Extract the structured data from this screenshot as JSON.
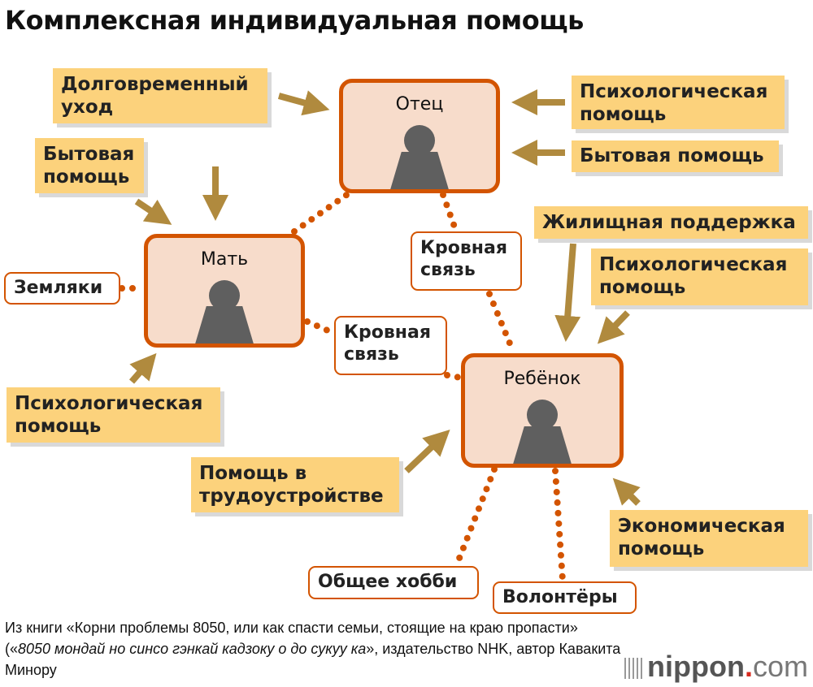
{
  "title": "Комплексная индивидуальная помощь",
  "people": {
    "father": "Отец",
    "mother": "Мать",
    "child": "Ребёнок"
  },
  "support": {
    "long_term_care": "Долговременный уход",
    "father_psych": "Психологическая помощь",
    "father_household": "Бытовая помощь",
    "mother_household": "Бытовая помощь",
    "housing": "Жилищная поддержка",
    "child_psych": "Психологическая помощь",
    "mother_psych": "Психологическая помощь",
    "employment": "Помощь в трудоустройстве",
    "economic": "Экономическая помощь"
  },
  "ties": {
    "compatriots": "Земляки",
    "blood_father_child": "Кровная связь",
    "blood_mother_child": "Кровная связь",
    "hobby": "Общее хобби",
    "volunteers": "Волонтёры"
  },
  "footer": {
    "source_pre": "Из книги «Корни проблемы 8050, или как спасти семьи, стоящие на краю пропасти» («",
    "source_italic": "8050 мондай но синсо гэнкай кадзоку о до сукуу ка",
    "source_post": "», издательство NHK, автор Кавакита Минору"
  },
  "logo": {
    "name": "nippon",
    "dot": ".",
    "tld": "com"
  },
  "colors": {
    "accent": "#d35400",
    "arrow": "#b08a3e",
    "support_fill": "#fcd27c",
    "person_fill": "#f7dccb"
  }
}
